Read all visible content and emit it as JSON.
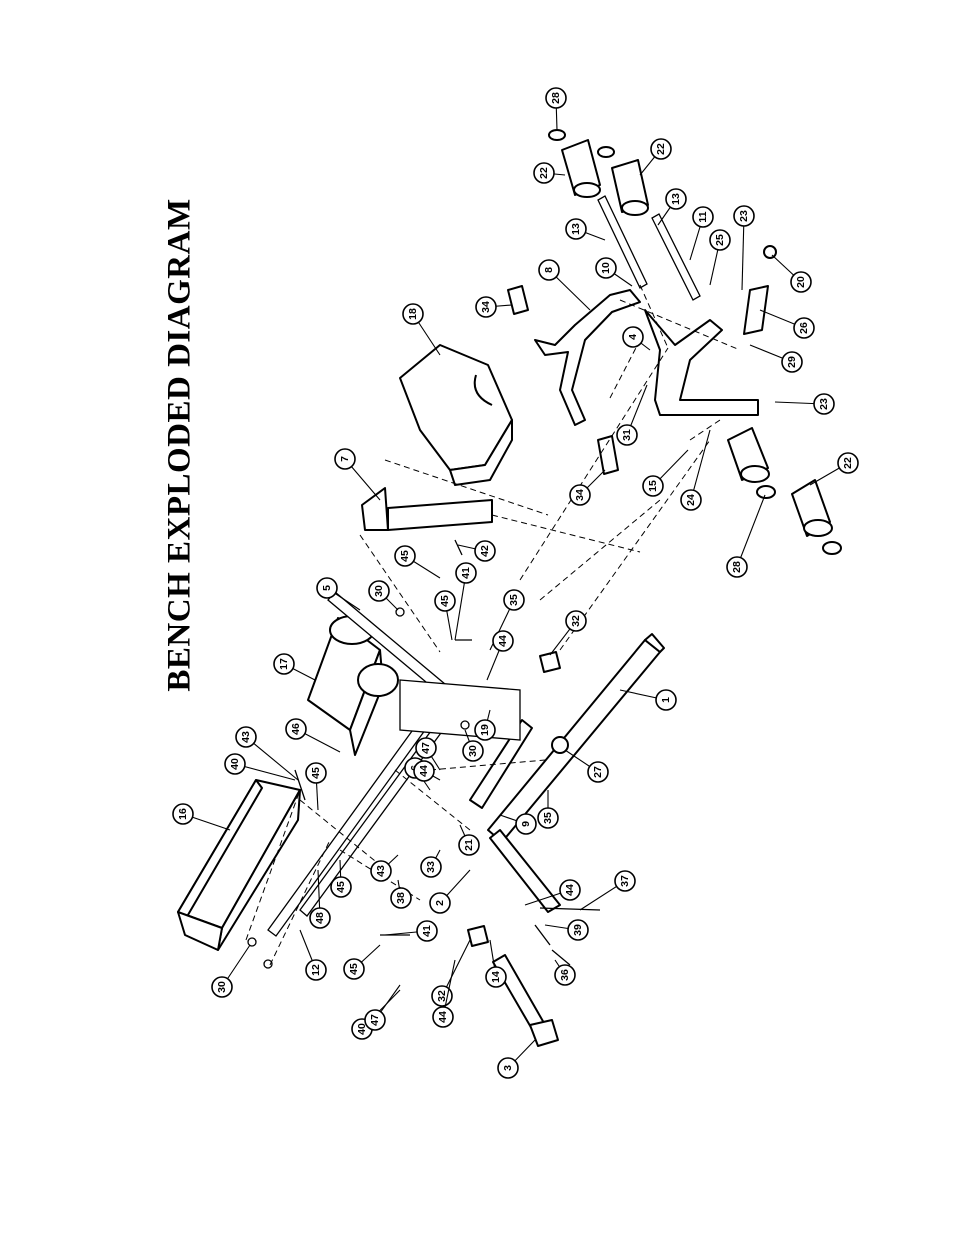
{
  "title": "BENCH EXPLODED DIAGRAM",
  "callouts": [
    {
      "label": "1"
    },
    {
      "label": "2"
    },
    {
      "label": "3"
    },
    {
      "label": "4"
    },
    {
      "label": "5"
    },
    {
      "label": "6"
    },
    {
      "label": "7"
    },
    {
      "label": "8"
    },
    {
      "label": "9"
    },
    {
      "label": "10"
    },
    {
      "label": "11"
    },
    {
      "label": "12"
    },
    {
      "label": "13"
    },
    {
      "label": "13"
    },
    {
      "label": "14"
    },
    {
      "label": "15"
    },
    {
      "label": "16"
    },
    {
      "label": "17"
    },
    {
      "label": "18"
    },
    {
      "label": "19"
    },
    {
      "label": "20"
    },
    {
      "label": "21"
    },
    {
      "label": "22"
    },
    {
      "label": "22"
    },
    {
      "label": "22"
    },
    {
      "label": "23"
    },
    {
      "label": "23"
    },
    {
      "label": "24"
    },
    {
      "label": "25"
    },
    {
      "label": "26"
    },
    {
      "label": "27"
    },
    {
      "label": "28"
    },
    {
      "label": "28"
    },
    {
      "label": "29"
    },
    {
      "label": "30"
    },
    {
      "label": "30"
    },
    {
      "label": "30"
    },
    {
      "label": "31"
    },
    {
      "label": "32"
    },
    {
      "label": "32"
    },
    {
      "label": "33"
    },
    {
      "label": "34"
    },
    {
      "label": "34"
    },
    {
      "label": "35"
    },
    {
      "label": "35"
    },
    {
      "label": "36"
    },
    {
      "label": "37"
    },
    {
      "label": "38"
    },
    {
      "label": "39"
    },
    {
      "label": "40"
    },
    {
      "label": "40"
    },
    {
      "label": "41"
    },
    {
      "label": "41"
    },
    {
      "label": "42"
    },
    {
      "label": "43"
    },
    {
      "label": "43"
    },
    {
      "label": "44"
    },
    {
      "label": "44"
    },
    {
      "label": "44"
    },
    {
      "label": "44"
    },
    {
      "label": "45"
    },
    {
      "label": "45"
    },
    {
      "label": "45"
    },
    {
      "label": "45"
    },
    {
      "label": "45"
    },
    {
      "label": "46"
    },
    {
      "label": "47"
    },
    {
      "label": "47"
    },
    {
      "label": "48"
    }
  ]
}
